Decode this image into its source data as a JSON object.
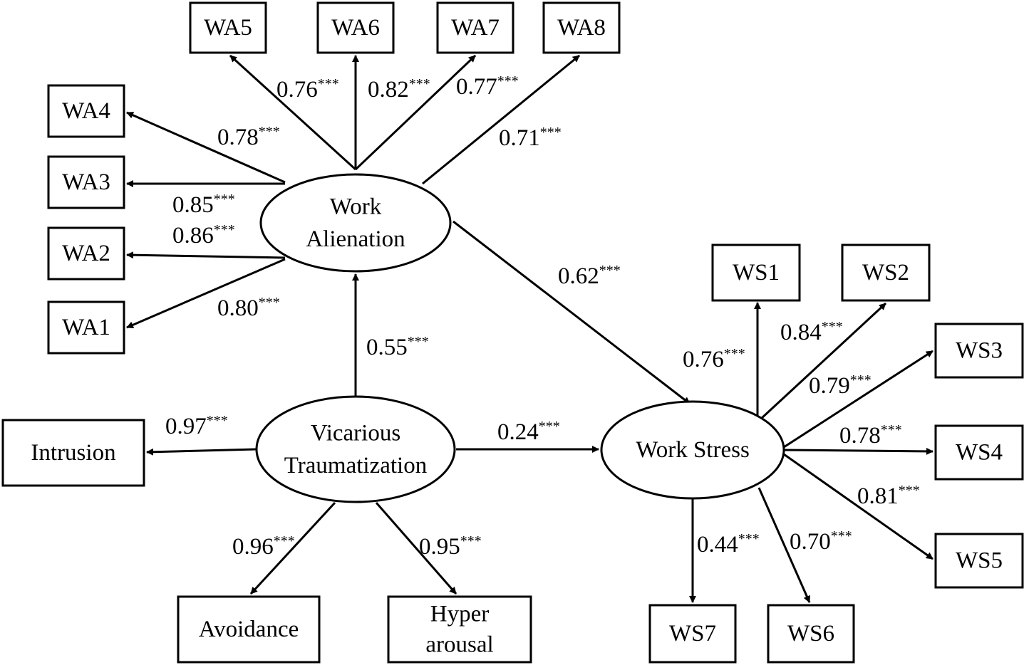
{
  "nodes": {
    "WA1": {
      "text": [
        "WA1"
      ]
    },
    "WA2": {
      "text": [
        "WA2"
      ]
    },
    "WA3": {
      "text": [
        "WA3"
      ]
    },
    "WA4": {
      "text": [
        "WA4"
      ]
    },
    "WA5": {
      "text": [
        "WA5"
      ]
    },
    "WA6": {
      "text": [
        "WA6"
      ]
    },
    "WA7": {
      "text": [
        "WA7"
      ]
    },
    "WA8": {
      "text": [
        "WA8"
      ]
    },
    "WS1": {
      "text": [
        "WS1"
      ]
    },
    "WS2": {
      "text": [
        "WS2"
      ]
    },
    "WS3": {
      "text": [
        "WS3"
      ]
    },
    "WS4": {
      "text": [
        "WS4"
      ]
    },
    "WS5": {
      "text": [
        "WS5"
      ]
    },
    "WS6": {
      "text": [
        "WS6"
      ]
    },
    "WS7": {
      "text": [
        "WS7"
      ]
    },
    "Intrusion": {
      "text": [
        "Intrusion"
      ]
    },
    "Avoidance": {
      "text": [
        "Avoidance"
      ]
    },
    "Hyper": {
      "text": [
        "Hyper",
        "arousal"
      ]
    },
    "WorkAlienation": {
      "text": [
        "Work",
        "Alienation"
      ]
    },
    "Vicarious": {
      "text": [
        "Vicarious",
        "Traumatization"
      ]
    },
    "WorkStress": {
      "text": [
        "Work Stress"
      ]
    }
  },
  "edges": [
    {
      "id": "wa-wa5",
      "from": "WorkAlienation",
      "to": "WA5",
      "weight": "0.76",
      "sig": "***"
    },
    {
      "id": "wa-wa6",
      "from": "WorkAlienation",
      "to": "WA6",
      "weight": "0.82",
      "sig": "***"
    },
    {
      "id": "wa-wa7",
      "from": "WorkAlienation",
      "to": "WA7",
      "weight": "0.77",
      "sig": "***"
    },
    {
      "id": "wa-wa8",
      "from": "WorkAlienation",
      "to": "WA8",
      "weight": "0.71",
      "sig": "***"
    },
    {
      "id": "wa-wa4",
      "from": "WorkAlienation",
      "to": "WA4",
      "weight": "0.78",
      "sig": "***"
    },
    {
      "id": "wa-wa3",
      "from": "WorkAlienation",
      "to": "WA3",
      "weight": "0.85",
      "sig": "***"
    },
    {
      "id": "wa-wa2",
      "from": "WorkAlienation",
      "to": "WA2",
      "weight": "0.86",
      "sig": "***"
    },
    {
      "id": "wa-wa1",
      "from": "WorkAlienation",
      "to": "WA1",
      "weight": "0.80",
      "sig": "***"
    },
    {
      "id": "wa-ws",
      "from": "WorkAlienation",
      "to": "WorkStress",
      "weight": "0.62",
      "sig": "***"
    },
    {
      "id": "vt-wa",
      "from": "Vicarious",
      "to": "WorkAlienation",
      "weight": "0.55",
      "sig": "***"
    },
    {
      "id": "vt-ws",
      "from": "Vicarious",
      "to": "WorkStress",
      "weight": "0.24",
      "sig": "***"
    },
    {
      "id": "vt-intrusion",
      "from": "Vicarious",
      "to": "Intrusion",
      "weight": "0.97",
      "sig": "***"
    },
    {
      "id": "vt-avoidance",
      "from": "Vicarious",
      "to": "Avoidance",
      "weight": "0.96",
      "sig": "***"
    },
    {
      "id": "vt-hyper",
      "from": "Vicarious",
      "to": "Hyper",
      "weight": "0.95",
      "sig": "***"
    },
    {
      "id": "ws-ws1",
      "from": "WorkStress",
      "to": "WS1",
      "weight": "0.76",
      "sig": "***"
    },
    {
      "id": "ws-ws2",
      "from": "WorkStress",
      "to": "WS2",
      "weight": "0.84",
      "sig": "***"
    },
    {
      "id": "ws-ws3",
      "from": "WorkStress",
      "to": "WS3",
      "weight": "0.79",
      "sig": "***"
    },
    {
      "id": "ws-ws4",
      "from": "WorkStress",
      "to": "WS4",
      "weight": "0.78",
      "sig": "***"
    },
    {
      "id": "ws-ws5",
      "from": "WorkStress",
      "to": "WS5",
      "weight": "0.81",
      "sig": "***"
    },
    {
      "id": "ws-ws6",
      "from": "WorkStress",
      "to": "WS6",
      "weight": "0.70",
      "sig": "***"
    },
    {
      "id": "ws-ws7",
      "from": "WorkStress",
      "to": "WS7",
      "weight": "0.44",
      "sig": "***"
    }
  ]
}
